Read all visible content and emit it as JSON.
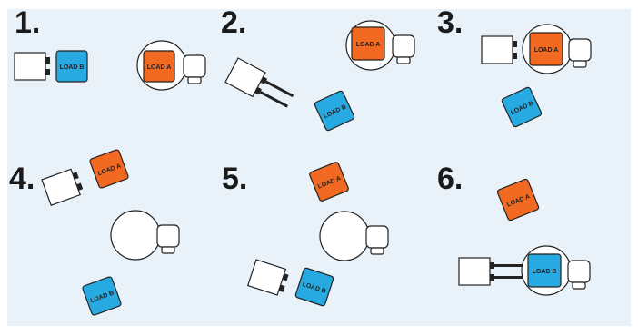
{
  "diagram": {
    "steps": [
      "1.",
      "2.",
      "3.",
      "4.",
      "5.",
      "6."
    ],
    "load_a_label": "LOAD A",
    "load_b_label": "LOAD B",
    "colors": {
      "background": "#e9f2f8",
      "load_a": "#f26a21",
      "load_b": "#27a9e1",
      "machine_body": "#ffffff",
      "outline": "#222222"
    }
  }
}
